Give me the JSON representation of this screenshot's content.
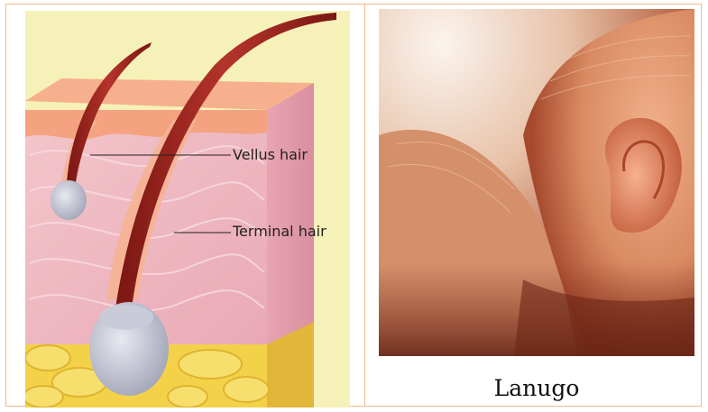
{
  "labels": {
    "vellus": "Vellus hair",
    "terminal": "Terminal hair"
  },
  "caption": "Lanugo",
  "colors": {
    "border": "#f2b98a",
    "background_left": "#f6f1b8",
    "skin_pink": "#efb9c3",
    "epidermis": "#f2a98a",
    "fat_yellow": "#f3d24a",
    "hair_red": "#9b2420",
    "bulb_gray": "#b7b9c9"
  },
  "icons": [
    "hair-cross-section-illustration",
    "newborn-photo"
  ]
}
